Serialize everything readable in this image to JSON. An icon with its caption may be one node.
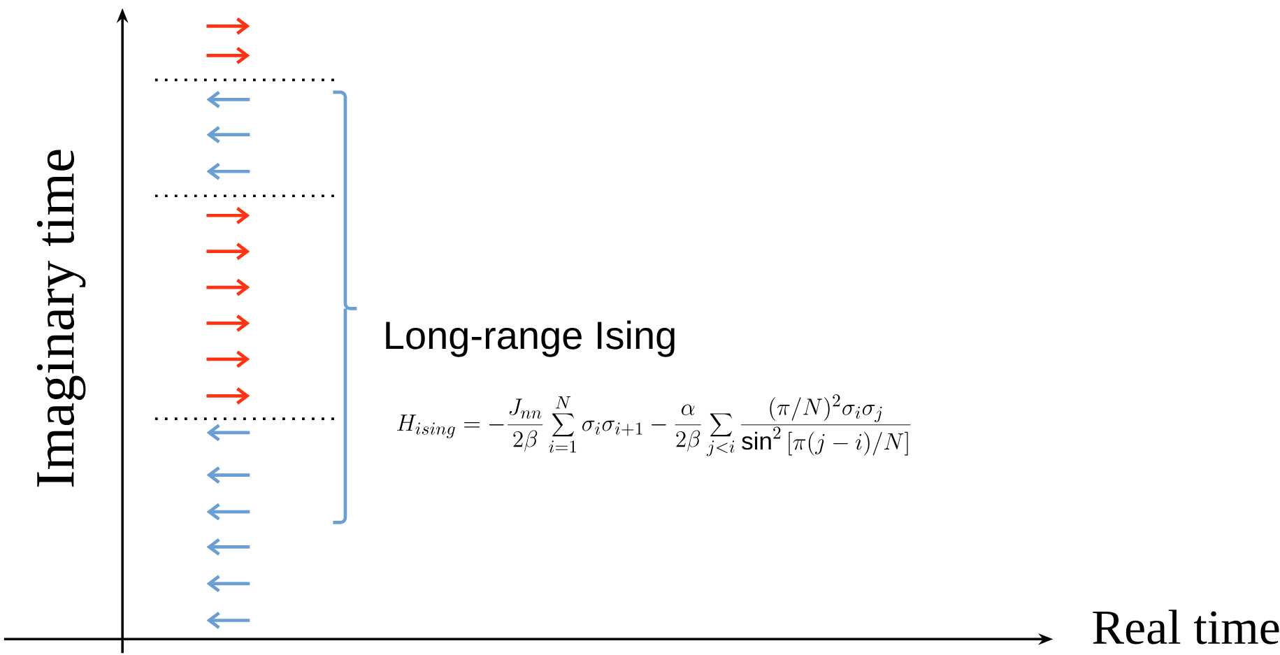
{
  "diagram": {
    "labels": [
      "Imaginary time",
      "Long-range Ising",
      "H_{ising} = -\\frac{J_{nn}}{2\\beta}\\sum_{i=1}^{N}\\sigma_i\\sigma_{i+1} - \\frac{\\alpha}{2\\beta}\\sum_{j<i}\\frac{(\\pi/N)^2\\sigma_i\\sigma_j}{\\sin^2\\left[\\pi(j-i)/N\\right]}",
      "Real time"
    ]
  }
}
